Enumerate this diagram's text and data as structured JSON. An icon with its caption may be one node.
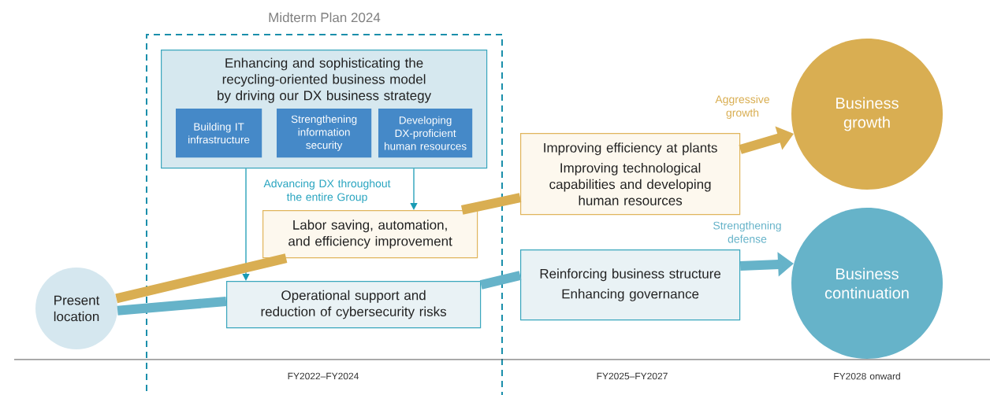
{
  "diagram": {
    "nodes": [
      {
        "text": [
          "Midterm Plan 2024"
        ]
      },
      {
        "text": [
          "Enhancing and sophisticating the recycling-oriented business model by driving our DX business strategy"
        ],
        "in": 0
      },
      {
        "text": [
          "Building IT infrastructure"
        ],
        "in": 1
      },
      {
        "text": [
          "Strengthening information security"
        ],
        "in": 1
      },
      {
        "text": [
          "Developing DX-proficient human resources"
        ],
        "in": 1
      },
      {
        "text": [
          "Labor saving, automation, and efficiency improvement"
        ],
        "in": 0
      },
      {
        "text": [
          "Operational support and reduction of cybersecurity risks"
        ],
        "in": 0
      },
      {
        "text": [
          "Improving efficiency at plants",
          "Improving technological capabilities and developing human resources"
        ]
      },
      {
        "text": [
          "Reinforcing business structure",
          "Enhancing governance"
        ]
      },
      {
        "text": [
          "Present location"
        ]
      },
      {
        "text": [
          "Business growth"
        ]
      },
      {
        "text": [
          "Business continuation"
        ]
      }
    ],
    "edges": [
      {
        "from": 1,
        "to": 6,
        "arrow": "to",
        "color": "#1a9bb5"
      },
      {
        "from": 1,
        "to": 5,
        "arrow": "to",
        "color": "#1a9bb5"
      },
      {
        "from": 9,
        "to": 5,
        "arrow": "none",
        "color": "#d9ae52"
      },
      {
        "from": 5,
        "to": 7,
        "arrow": "none",
        "color": "#d9ae52"
      },
      {
        "from": 7,
        "to": 10,
        "arrow": "to",
        "color": "#d9ae52",
        "label": "Aggressive growth"
      },
      {
        "from": 9,
        "to": 6,
        "arrow": "none",
        "color": "#66b3c9"
      },
      {
        "from": 6,
        "to": 8,
        "arrow": "none",
        "color": "#66b3c9"
      },
      {
        "from": 8,
        "to": 11,
        "arrow": "to",
        "color": "#66b3c9",
        "label": "Strengthening defense"
      }
    ],
    "labels": [
      "Advancing DX throughout the entire Group",
      "FY2022–FY2024",
      "FY2025–FY2027",
      "FY2028 onward"
    ]
  }
}
